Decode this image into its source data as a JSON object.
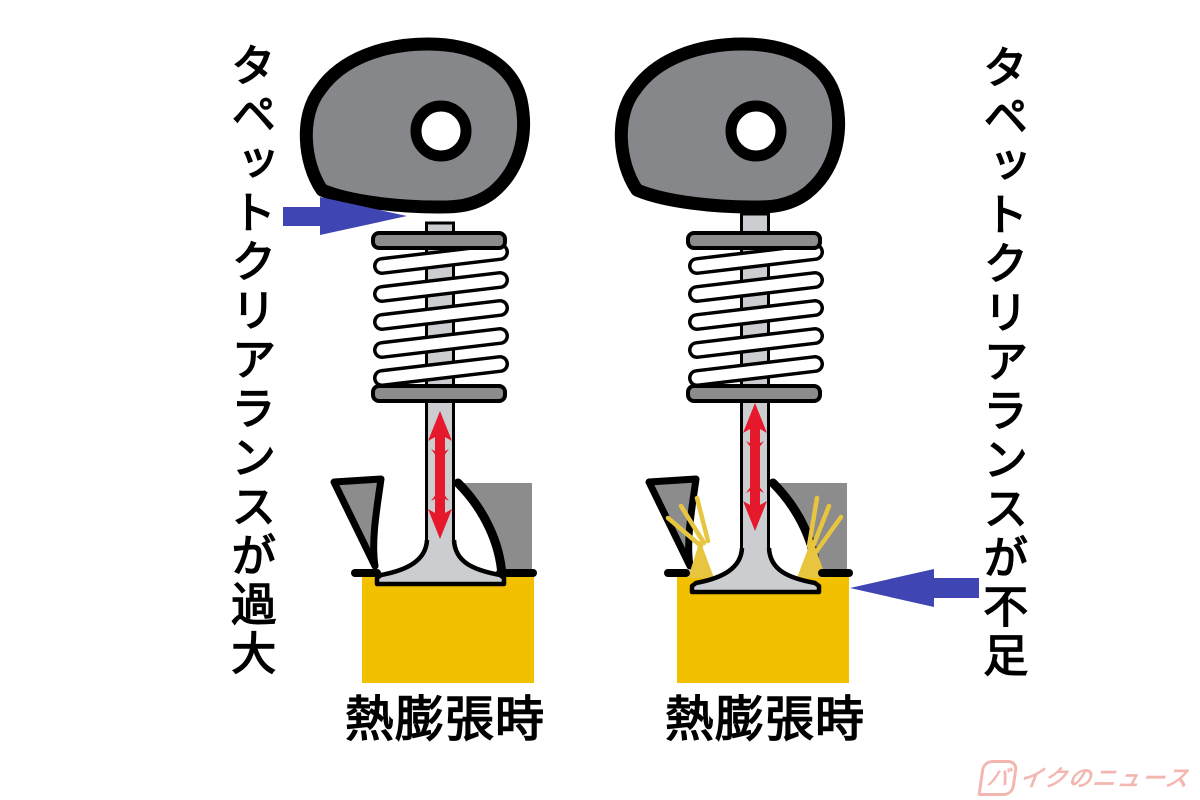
{
  "annotations": {
    "left_label": "タペットクリアランスが過大",
    "right_label": "タペットクリアランスが不足"
  },
  "diagrams": [
    {
      "id": "excessive-clearance",
      "caption": "熱膨張時"
    },
    {
      "id": "insufficient-clearance",
      "caption": "熱膨張時"
    }
  ],
  "watermark": {
    "boxed_char": "バ",
    "rest": "イクのニュース"
  },
  "colors": {
    "cam-gray": "#85878a",
    "part-gray": "#8c8c8c",
    "valve-gray": "#cbcdd0",
    "combustion-yellow": "#f3c000",
    "leak-yellow": "#e8c53e",
    "arrow-blue": "#3f45b2",
    "arrow-red": "#e6182b",
    "ink": "#000000",
    "watermark-pink": "#f4b6b0",
    "background": "#ffffff"
  }
}
